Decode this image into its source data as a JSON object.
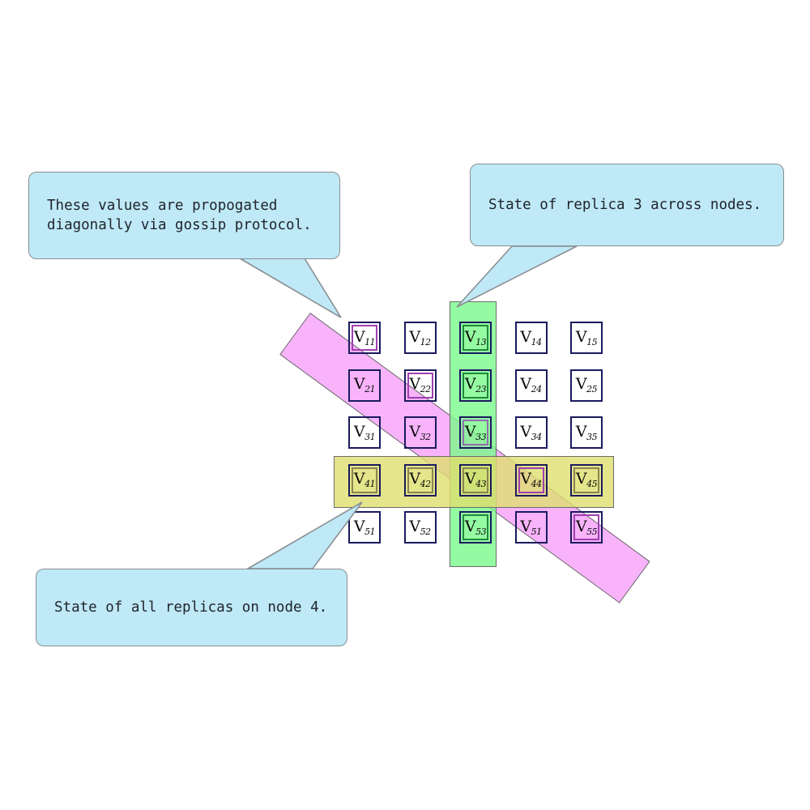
{
  "diagram": {
    "title": "Replica state grid with gossip propagation",
    "background_color": "#ffffff"
  },
  "colors": {
    "cell_border": "#1a1a5e",
    "column_highlight": "#7afa8b",
    "row_highlight": "#dede6e",
    "diagonal_highlight": "#f6a0fa",
    "callout_fill": "#bfe9f7",
    "callout_border": "#8a8f92",
    "band_border": "#6b6b6b"
  },
  "grid": {
    "rows": 5,
    "columns": 5,
    "cells": [
      [
        {
          "label": "V",
          "sub": "11",
          "highlight": "magenta"
        },
        {
          "label": "V",
          "sub": "12",
          "highlight": "none"
        },
        {
          "label": "V",
          "sub": "13",
          "highlight": "green"
        },
        {
          "label": "V",
          "sub": "14",
          "highlight": "none"
        },
        {
          "label": "V",
          "sub": "15",
          "highlight": "none"
        }
      ],
      [
        {
          "label": "V",
          "sub": "21",
          "highlight": "none"
        },
        {
          "label": "V",
          "sub": "22",
          "highlight": "magenta"
        },
        {
          "label": "V",
          "sub": "23",
          "highlight": "green"
        },
        {
          "label": "V",
          "sub": "24",
          "highlight": "none"
        },
        {
          "label": "V",
          "sub": "25",
          "highlight": "none"
        }
      ],
      [
        {
          "label": "V",
          "sub": "31",
          "highlight": "none"
        },
        {
          "label": "V",
          "sub": "32",
          "highlight": "none"
        },
        {
          "label": "V",
          "sub": "33",
          "highlight": "purple"
        },
        {
          "label": "V",
          "sub": "34",
          "highlight": "none"
        },
        {
          "label": "V",
          "sub": "35",
          "highlight": "none"
        }
      ],
      [
        {
          "label": "V",
          "sub": "41",
          "highlight": "yellow"
        },
        {
          "label": "V",
          "sub": "42",
          "highlight": "yellow"
        },
        {
          "label": "V",
          "sub": "43",
          "highlight": "yellow"
        },
        {
          "label": "V",
          "sub": "44",
          "highlight": "magenta"
        },
        {
          "label": "V",
          "sub": "45",
          "highlight": "yellow"
        }
      ],
      [
        {
          "label": "V",
          "sub": "51",
          "highlight": "none"
        },
        {
          "label": "V",
          "sub": "52",
          "highlight": "none"
        },
        {
          "label": "V",
          "sub": "53",
          "highlight": "green"
        },
        {
          "label": "V",
          "sub": "51",
          "highlight": "none"
        },
        {
          "label": "V",
          "sub": "55",
          "highlight": "magenta"
        }
      ]
    ]
  },
  "bands": {
    "column": {
      "name": "replica-3-column",
      "color": "#7afa8b"
    },
    "row": {
      "name": "node-4-row",
      "color": "#dede6e"
    },
    "diagonal": {
      "name": "gossip-diagonal",
      "color": "#f6a0fa"
    }
  },
  "callouts": {
    "gossip": {
      "text": "These values are propogated\ndiagonally via gossip protocol."
    },
    "replica3": {
      "text": "State of replica 3 across nodes."
    },
    "node4": {
      "text": "State of all replicas on node 4."
    }
  }
}
